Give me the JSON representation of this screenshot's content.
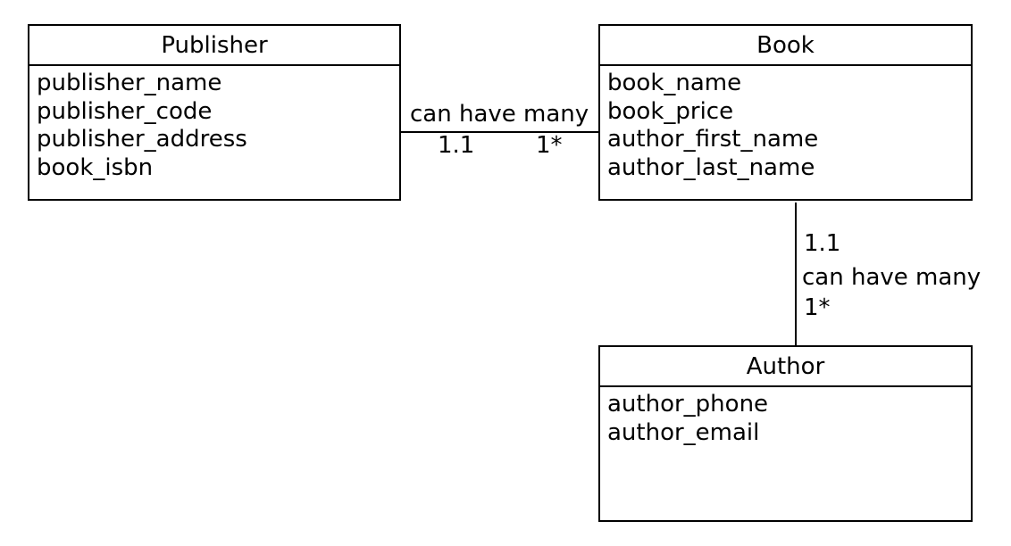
{
  "entities": {
    "publisher": {
      "name": "Publisher",
      "attributes": [
        "publisher_name",
        "publisher_code",
        "publisher_address",
        "book_isbn"
      ]
    },
    "book": {
      "name": "Book",
      "attributes": [
        "book_name",
        "book_price",
        "author_first_name",
        "author_last_name"
      ]
    },
    "author": {
      "name": "Author",
      "attributes": [
        "author_phone",
        "author_email"
      ]
    }
  },
  "relationships": {
    "publisher_book": {
      "label": "can have many",
      "publisher_side": "1.1",
      "book_side": "1*"
    },
    "book_author": {
      "label": "can have many",
      "book_side": "1.1",
      "author_side": "1*"
    }
  }
}
